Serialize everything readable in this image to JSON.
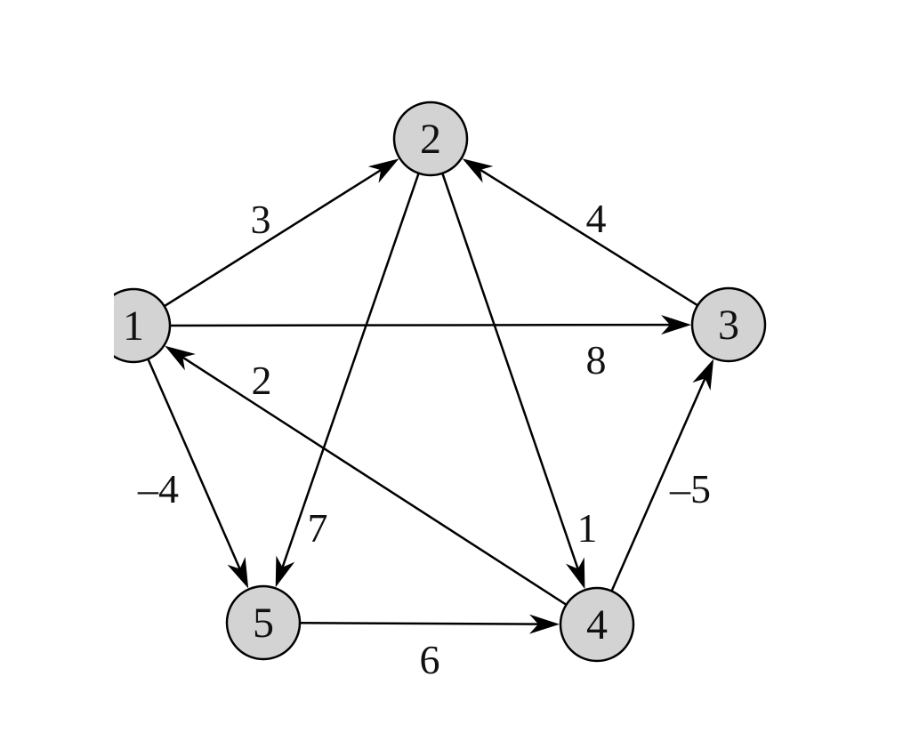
{
  "graph": {
    "type": "directed weighted graph",
    "node_fill": "#d3d3d3",
    "nodes": [
      {
        "id": "1",
        "label": "1"
      },
      {
        "id": "2",
        "label": "2"
      },
      {
        "id": "3",
        "label": "3"
      },
      {
        "id": "4",
        "label": "4"
      },
      {
        "id": "5",
        "label": "5"
      }
    ],
    "edges": [
      {
        "from": "1",
        "to": "2",
        "weight": "3"
      },
      {
        "from": "1",
        "to": "3",
        "weight": "8"
      },
      {
        "from": "3",
        "to": "2",
        "weight": "4"
      },
      {
        "from": "4",
        "to": "1",
        "weight": "2"
      },
      {
        "from": "1",
        "to": "5",
        "weight": "–4"
      },
      {
        "from": "2",
        "to": "5",
        "weight": "7"
      },
      {
        "from": "2",
        "to": "4",
        "weight": "1"
      },
      {
        "from": "4",
        "to": "3",
        "weight": "–5"
      },
      {
        "from": "5",
        "to": "4",
        "weight": "6"
      }
    ]
  }
}
